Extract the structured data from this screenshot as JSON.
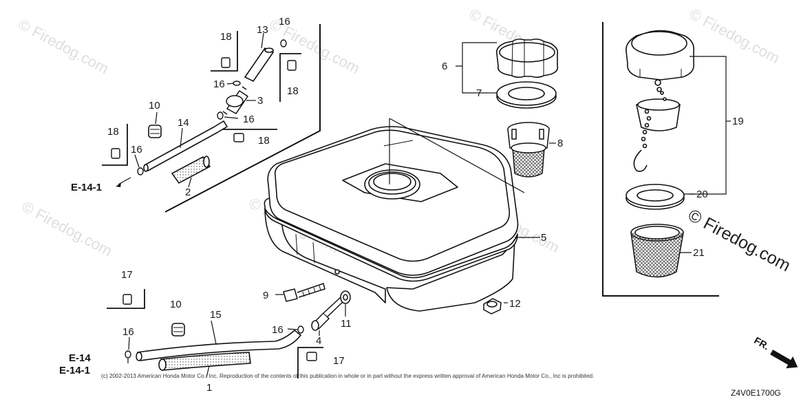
{
  "watermark": {
    "text": "© Firedog.com"
  },
  "copyright_mark": {
    "text": "© Firedog.com"
  },
  "reproduction_notice": "(c) 2002-2013 American Honda Motor Co., Inc. Reproduction of the contents of this publication in whole or in part without the express written approval of American Honda Motor Co., Inc is prohibited.",
  "diagram_code": "Z4V0E1700G",
  "front_indicator": "FR.",
  "references": {
    "upper": "E-14-1",
    "lower_a": "E-14",
    "lower_b": "E-14-1"
  },
  "callouts": {
    "c1": "1",
    "c2": "2",
    "c3": "3",
    "c4": "4",
    "c5": "5",
    "c6": "6",
    "c7": "7",
    "c8": "8",
    "c9": "9",
    "c10a": "10",
    "c10b": "10",
    "c11": "11",
    "c12": "12",
    "c13": "13",
    "c14": "14",
    "c15": "15",
    "c16a": "16",
    "c16b": "16",
    "c16c": "16",
    "c16d": "16",
    "c16e": "16",
    "c16f": "16",
    "c17a": "17",
    "c17b": "17",
    "c18a": "18",
    "c18b": "18",
    "c18c": "18",
    "c18d": "18",
    "c19": "19",
    "c20": "20",
    "c21": "21"
  }
}
